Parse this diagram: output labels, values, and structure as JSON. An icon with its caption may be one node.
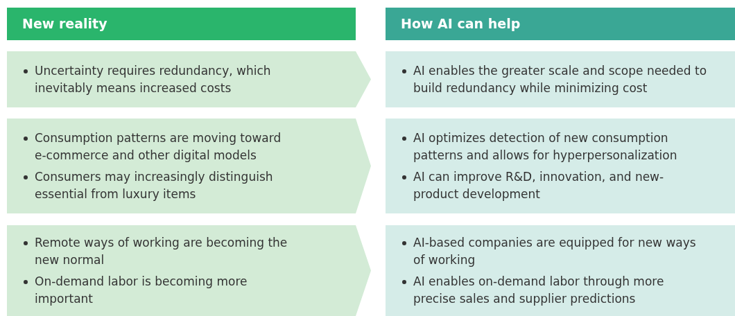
{
  "diagram": {
    "nodes": [
      {
        "text": [
          "New reality"
        ]
      },
      {
        "text": [
          "How AI can help"
        ]
      },
      {
        "text": [
          "Uncertainty requires redundancy, which inevitably means increased costs"
        ]
      },
      {
        "text": [
          "AI enables the greater scale and scope needed to build redundancy while minimizing cost"
        ]
      },
      {
        "text": [
          "Consumption patterns are moving toward e-commerce and other digital models",
          "Consumers may increasingly distinguish essential from luxury items"
        ]
      },
      {
        "text": [
          "AI optimizes detection of new consumption patterns and allows for hyperpersonalization",
          "AI can improve R&D, innovation, and new-product development"
        ]
      },
      {
        "text": [
          "Remote ways of working are becoming the new normal",
          "On-demand labor is becoming more important"
        ]
      },
      {
        "text": [
          "AI-based companies are equipped for new ways of working",
          "AI enables on-demand labor through more precise sales and supplier predictions"
        ]
      }
    ]
  }
}
